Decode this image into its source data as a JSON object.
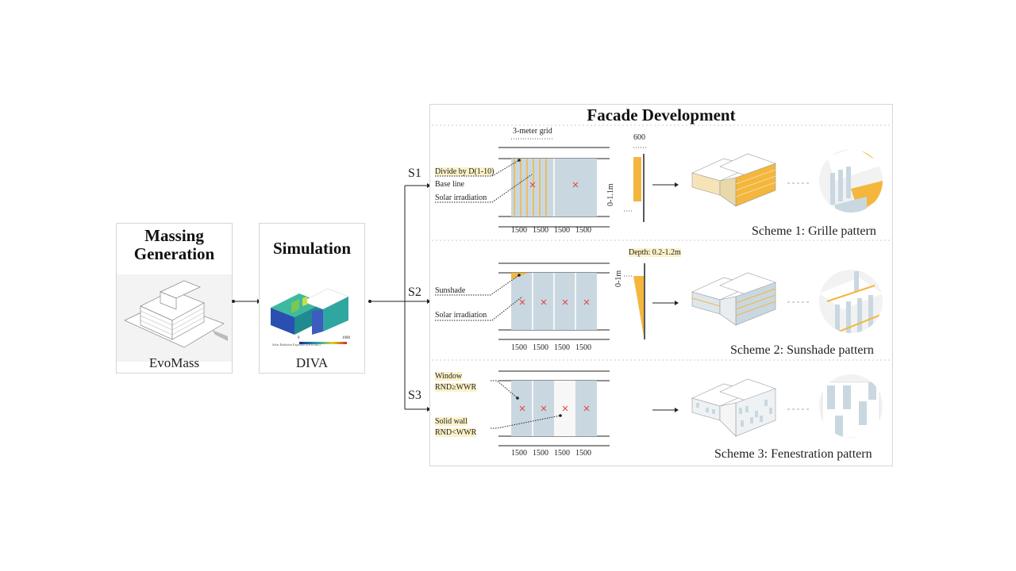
{
  "massing": {
    "title": "Massing Generation",
    "caption": "EvoMass"
  },
  "simulation": {
    "title": "Simulation",
    "caption": "DIVA",
    "legend_text": "Solar Radiation Exposure [kWh/cm2]",
    "legend_min": "0",
    "legend_max": "1000"
  },
  "facade": {
    "title": "Facade Development",
    "branches": [
      "S1",
      "S2",
      "S3"
    ],
    "colors": {
      "glass": "#c9d8e0",
      "shade": "#f4b63c",
      "mark": "#e04040",
      "line": "#222222"
    },
    "s1": {
      "grid_label": "3-meter grid",
      "labels": [
        "Divide by D(1-10)",
        "Base line",
        "Solar irradiation"
      ],
      "dims": [
        "1500",
        "1500",
        "1500",
        "1500"
      ],
      "section_top": "600",
      "section_side": "0-1.1m",
      "scheme": "Scheme 1: Grille pattern"
    },
    "s2": {
      "depth_label": "Depth: 0.2-1.2m",
      "section_side": "0-1m",
      "labels": [
        "Sunshade",
        "Solar irradiation"
      ],
      "dims": [
        "1500",
        "1500",
        "1500",
        "1500"
      ],
      "scheme": "Scheme 2: Sunshade pattern"
    },
    "s3": {
      "labels": [
        "Window",
        "RND≥WWR",
        "Solid wall",
        "RND<WWR"
      ],
      "dims": [
        "1500",
        "1500",
        "1500",
        "1500"
      ],
      "scheme": "Scheme 3: Fenestration pattern"
    }
  }
}
